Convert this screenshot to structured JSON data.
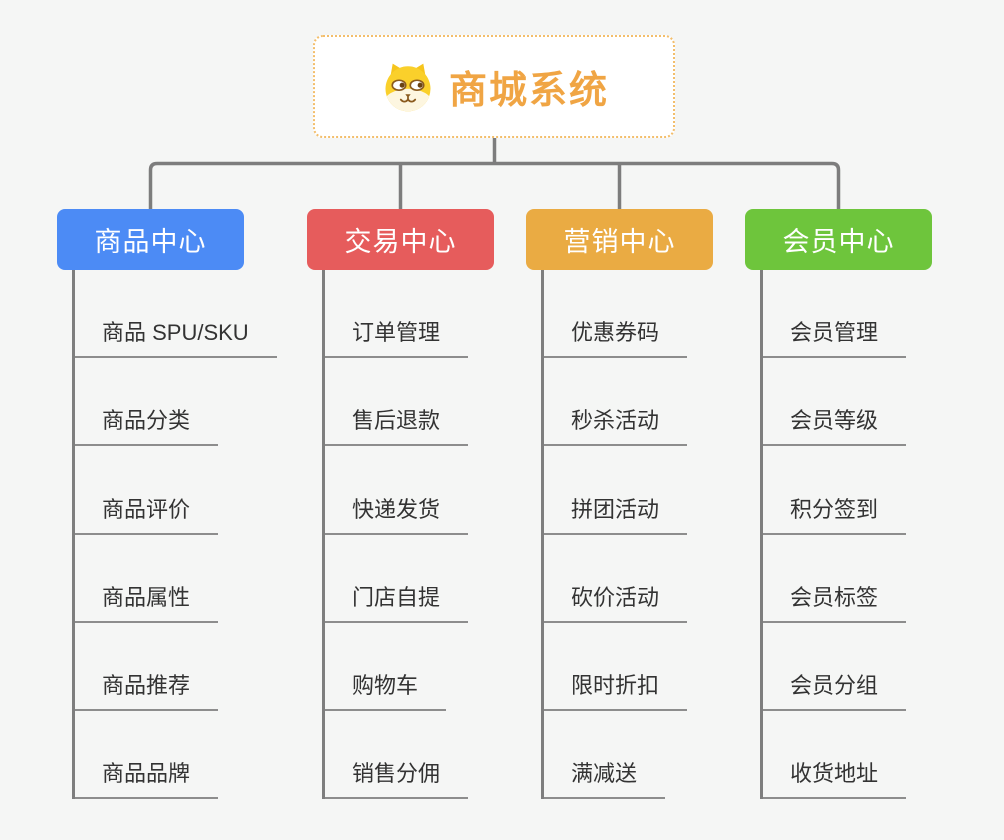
{
  "page": {
    "background_color": "#f5f6f5",
    "connector_color": "#7d7d7d"
  },
  "root": {
    "title": "商城系统",
    "title_color": "#f0a544",
    "border_color": "#f3be6b",
    "icon": "shiba-dog-icon"
  },
  "branches": [
    {
      "label": "商品中心",
      "color": "#4c8bf5",
      "items": [
        "商品 SPU/SKU",
        "商品分类",
        "商品评价",
        "商品属性",
        "商品推荐",
        "商品品牌"
      ]
    },
    {
      "label": "交易中心",
      "color": "#e65c5c",
      "items": [
        "订单管理",
        "售后退款",
        "快递发货",
        "门店自提",
        "购物车",
        "销售分佣"
      ]
    },
    {
      "label": "营销中心",
      "color": "#eaab43",
      "items": [
        "优惠券码",
        "秒杀活动",
        "拼团活动",
        "砍价活动",
        "限时折扣",
        "满减送"
      ]
    },
    {
      "label": "会员中心",
      "color": "#6ec53c",
      "items": [
        "会员管理",
        "会员等级",
        "积分签到",
        "会员标签",
        "会员分组",
        "收货地址"
      ]
    }
  ]
}
